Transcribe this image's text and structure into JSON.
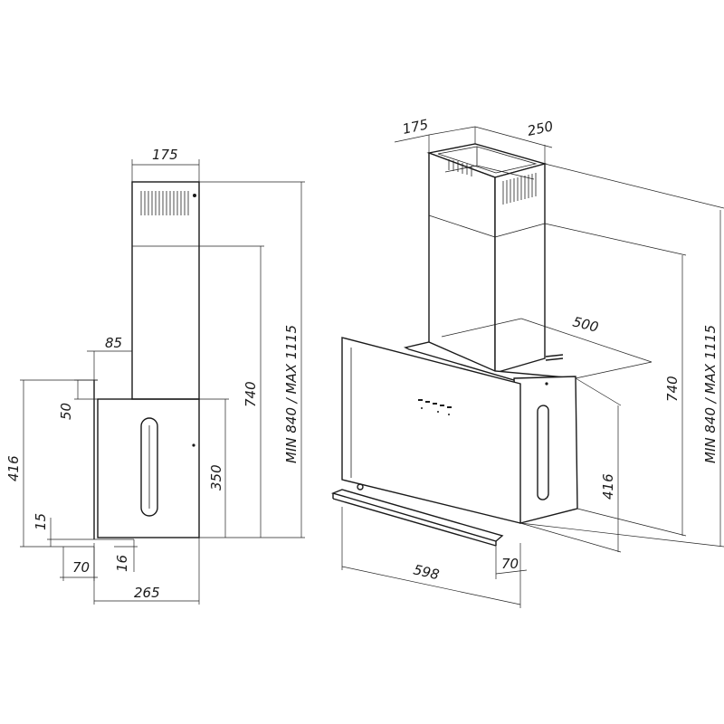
{
  "side_view": {
    "dim_chimney_width": "175",
    "dim_wall_offset": "85",
    "dim_top_offset": "50",
    "dim_total_height": "416",
    "dim_bottom_offset": "15",
    "dim_depth_small": "70",
    "dim_lip": "16",
    "dim_depth": "265",
    "dim_body_height": "350",
    "dim_chimney_height": "740",
    "dim_overall_range": "MIN 840 / MAX 1115"
  },
  "iso_view": {
    "dim_chimney_depth": "175",
    "dim_chimney_width": "250",
    "dim_canopy_depth": "500",
    "dim_chimney_height": "740",
    "dim_overall_range": "MIN 840 / MAX 1115",
    "dim_body_height": "416",
    "dim_width": "598",
    "dim_lip_depth": "70"
  }
}
